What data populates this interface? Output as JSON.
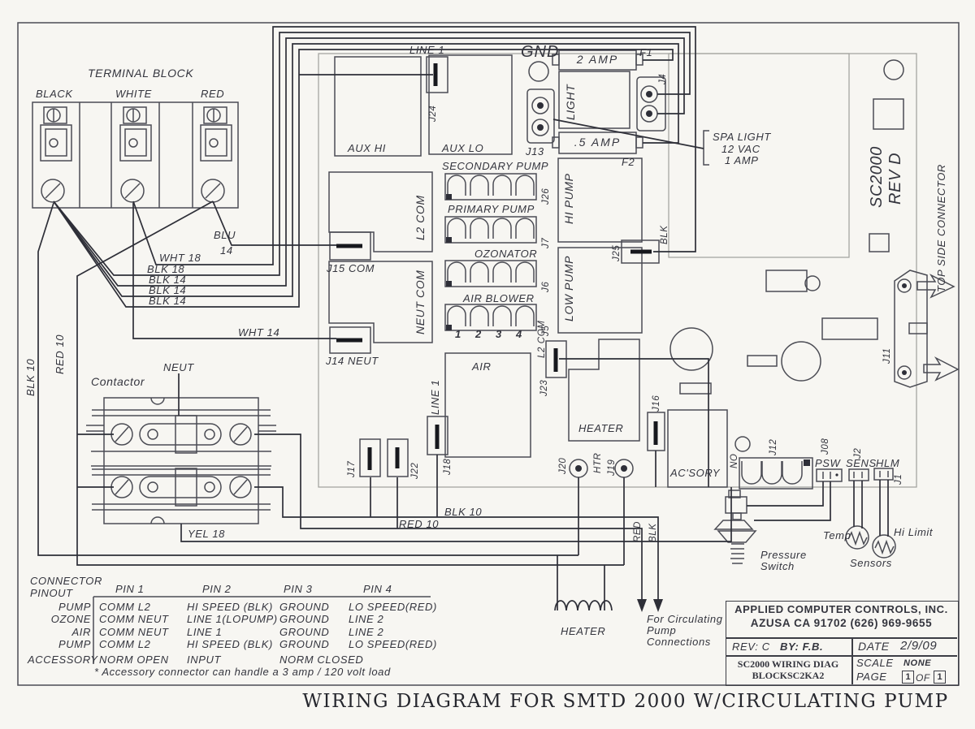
{
  "main_title": "WIRING DIAGRAM FOR SMTD 2000 W/CIRCULATING PUMP",
  "terminal": {
    "title": "TERMINAL BLOCK",
    "black": "BLACK",
    "white": "WHITE",
    "red": "RED"
  },
  "wires": {
    "blu": "BLU",
    "blu2": "14",
    "wht18": "WHT 18",
    "blk18": "BLK 18",
    "blk14a": "BLK 14",
    "blk14b": "BLK 14",
    "blk14c": "BLK 14",
    "wht14": "WHT 14",
    "blk10l": "BLK 10",
    "red10l": "RED 10",
    "blk10b": "BLK 10",
    "red10b": "RED 10",
    "yel18": "YEL 18",
    "redv": "RED",
    "blkv": "BLK"
  },
  "board": {
    "line1": "LINE 1",
    "j24": "J24",
    "auxhi": "AUX HI",
    "auxlo": "AUX LO",
    "gnd": "GND",
    "fuse2": "2 AMP",
    "f1": "F1",
    "j4": "J4",
    "light": "LIGHT",
    "j13": "J13",
    "fuse05": ".5 AMP",
    "f2": "F2",
    "spa1": "SPA LIGHT",
    "spa2": "12 VAC",
    "spa3": "1 AMP",
    "secpump": "SECONDARY PUMP",
    "j26": "J26",
    "pripump": "PRIMARY PUMP",
    "j7": "J7",
    "ozonator": "OZONATOR",
    "j6": "J6",
    "airblower": "AIR BLOWER",
    "j5": "J5",
    "n1": "1",
    "n2": "2",
    "n3": "3",
    "n4": "4",
    "l2com": "L2 COM",
    "j15": "J15 COM",
    "neutcom": "NEUT COM",
    "j14": "J14  NEUT",
    "hipump": "HI PUMP",
    "lowpump": "LOW PUMP",
    "j25": "J25",
    "blk": "BLK",
    "air": "AIR",
    "line1b": "LINE 1",
    "j18": "J18",
    "j17": "J17",
    "j22": "J22",
    "l2com2": "L2 COM",
    "j23": "J23",
    "heater": "HEATER",
    "j20": "J20",
    "htr": "HTR",
    "j19": "J19",
    "j16": "J16",
    "acsory": "AC'SORY",
    "no": "NO",
    "j12": "J12",
    "j08": "J08",
    "psw": "PSW",
    "j2": "J2",
    "sens": "SENS",
    "hlm": "HLM",
    "j1": "J1",
    "model": "SC2000",
    "rev": "REV D",
    "topside": "TOP SIDE CONNECTOR",
    "j11": "J11"
  },
  "ext": {
    "contactor": "Contactor",
    "neut": "NEUT",
    "press1": "Pressure",
    "press2": "Switch",
    "temp": "Temp",
    "hilimit": "Hi Limit",
    "sensors": "Sensors",
    "heatercoil": "HEATER",
    "circ1": "For Circulating",
    "circ2": "Pump",
    "circ3": "Connections"
  },
  "pinout": {
    "t1": "CONNECTOR",
    "t2": "PINOUT",
    "h1": "PIN 1",
    "h2": "PIN 2",
    "h3": "PIN 3",
    "h4": "PIN 4",
    "rows": [
      {
        "name": "PUMP",
        "p1": "COMM L2",
        "p2": "HI SPEED (BLK)",
        "p3": "GROUND",
        "p4": "LO SPEED(RED)"
      },
      {
        "name": "OZONE",
        "p1": "COMM NEUT",
        "p2": "LINE 1(LOPUMP)",
        "p3": "GROUND",
        "p4": "LINE 2"
      },
      {
        "name": "AIR",
        "p1": "COMM NEUT",
        "p2": "LINE 1",
        "p3": "GROUND",
        "p4": "LINE 2"
      },
      {
        "name": "PUMP",
        "p1": "COMM L2",
        "p2": "HI SPEED (BLK)",
        "p3": "GROUND",
        "p4": "LO SPEED(RED)"
      },
      {
        "name": "ACCESSORY",
        "p1": "NORM OPEN",
        "p2": "INPUT",
        "p3": "NORM CLOSED",
        "p4": ""
      }
    ],
    "note": "* Accessory connector can handle a 3 amp / 120 volt load"
  },
  "tb": {
    "company": "APPLIED COMPUTER CONTROLS, INC.",
    "address": "AZUSA CA 91702 (626) 969-9655",
    "rev": "REV: C",
    "by": "BY: F.B.",
    "datel": "DATE",
    "date": "2/9/09",
    "doc1": "SC2000 WIRING DIAG",
    "doc2": "BLOCKSC2KA2",
    "scalel": "SCALE",
    "scale": "NONE",
    "pagel": "PAGE",
    "p1": "1",
    "of": "OF",
    "p2": "1"
  }
}
